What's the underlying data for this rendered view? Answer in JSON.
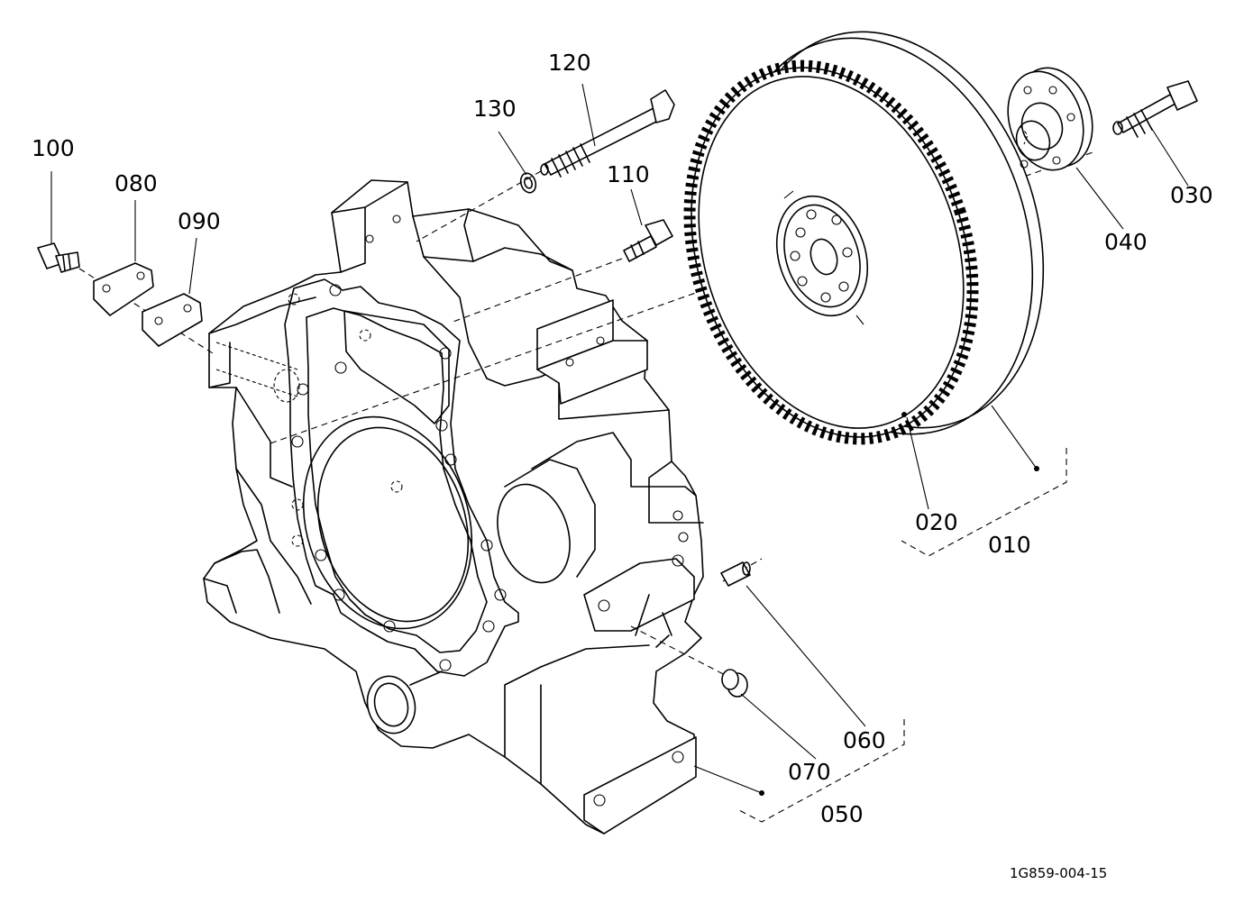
{
  "diagram": {
    "drawing_code": "1G859-004-15",
    "callouts": {
      "p010": "010",
      "p020": "020",
      "p030": "030",
      "p040": "040",
      "p050": "050",
      "p060": "060",
      "p070": "070",
      "p080": "080",
      "p090": "090",
      "p100": "100",
      "p110": "110",
      "p120": "120",
      "p130": "130"
    }
  }
}
